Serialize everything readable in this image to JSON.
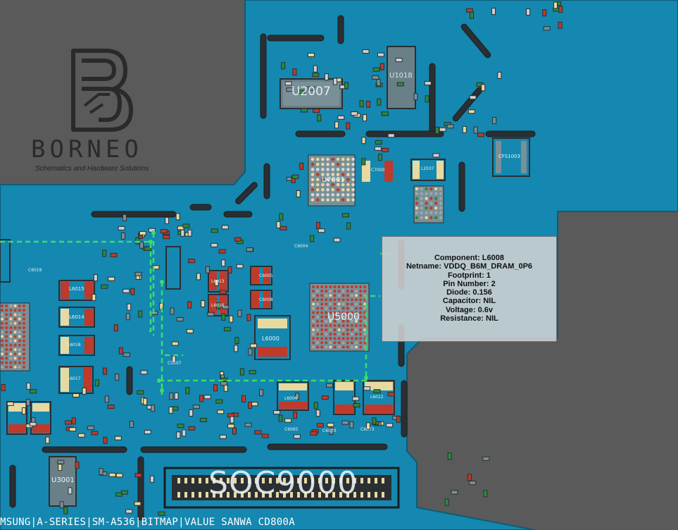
{
  "brand": {
    "name": "BORNEO",
    "tagline": "Schematics and Hardware Solutions"
  },
  "board_labels": {
    "u2007": "U2007",
    "u1018": "U1018",
    "u7001": "U7001",
    "u5000": "U5000",
    "u3001": "U3001",
    "l6000": "L6000",
    "l6006": "L6006",
    "l6012": "L6012",
    "l6013": "L6013",
    "l6014": "L6014",
    "l6015": "L6015",
    "l6016": "L6016",
    "l6017": "L6017",
    "l6018": "L6018",
    "c6019": "C6019",
    "c7000": "C7000",
    "l2037": "L2037",
    "cfs1003": "CFS1003",
    "c6005": "C6005",
    "c6065": "C6065",
    "c6070": "C6070",
    "c6073": "C6073",
    "c6004": "C6004",
    "c6008": "C6008",
    "c5007": "C5007",
    "soc": "SOC9000"
  },
  "tooltip": {
    "component": "Component: L6008",
    "netname": "Netname: VDDQ_B6M_DRAM_0P6",
    "footprint": "Footprint: 1",
    "pin_number": "Pin Number: 2",
    "diode": "Diode: 0.156",
    "capacitor": "Capacitor: NIL",
    "voltage": "Voltage: 0.6v",
    "resistance": "Resistance: NIL"
  },
  "footer": "MSUNG|A-SERIES|SM-A536|BITMAP|VALUE SANWA CD800A",
  "colors": {
    "background": "#5a5a5a",
    "board": "#1488b0",
    "trace": "#2a2f33",
    "net_highlight": "#3ddc6a",
    "pad_red": "#c0392b",
    "pad_cream": "#e8d9a0"
  }
}
